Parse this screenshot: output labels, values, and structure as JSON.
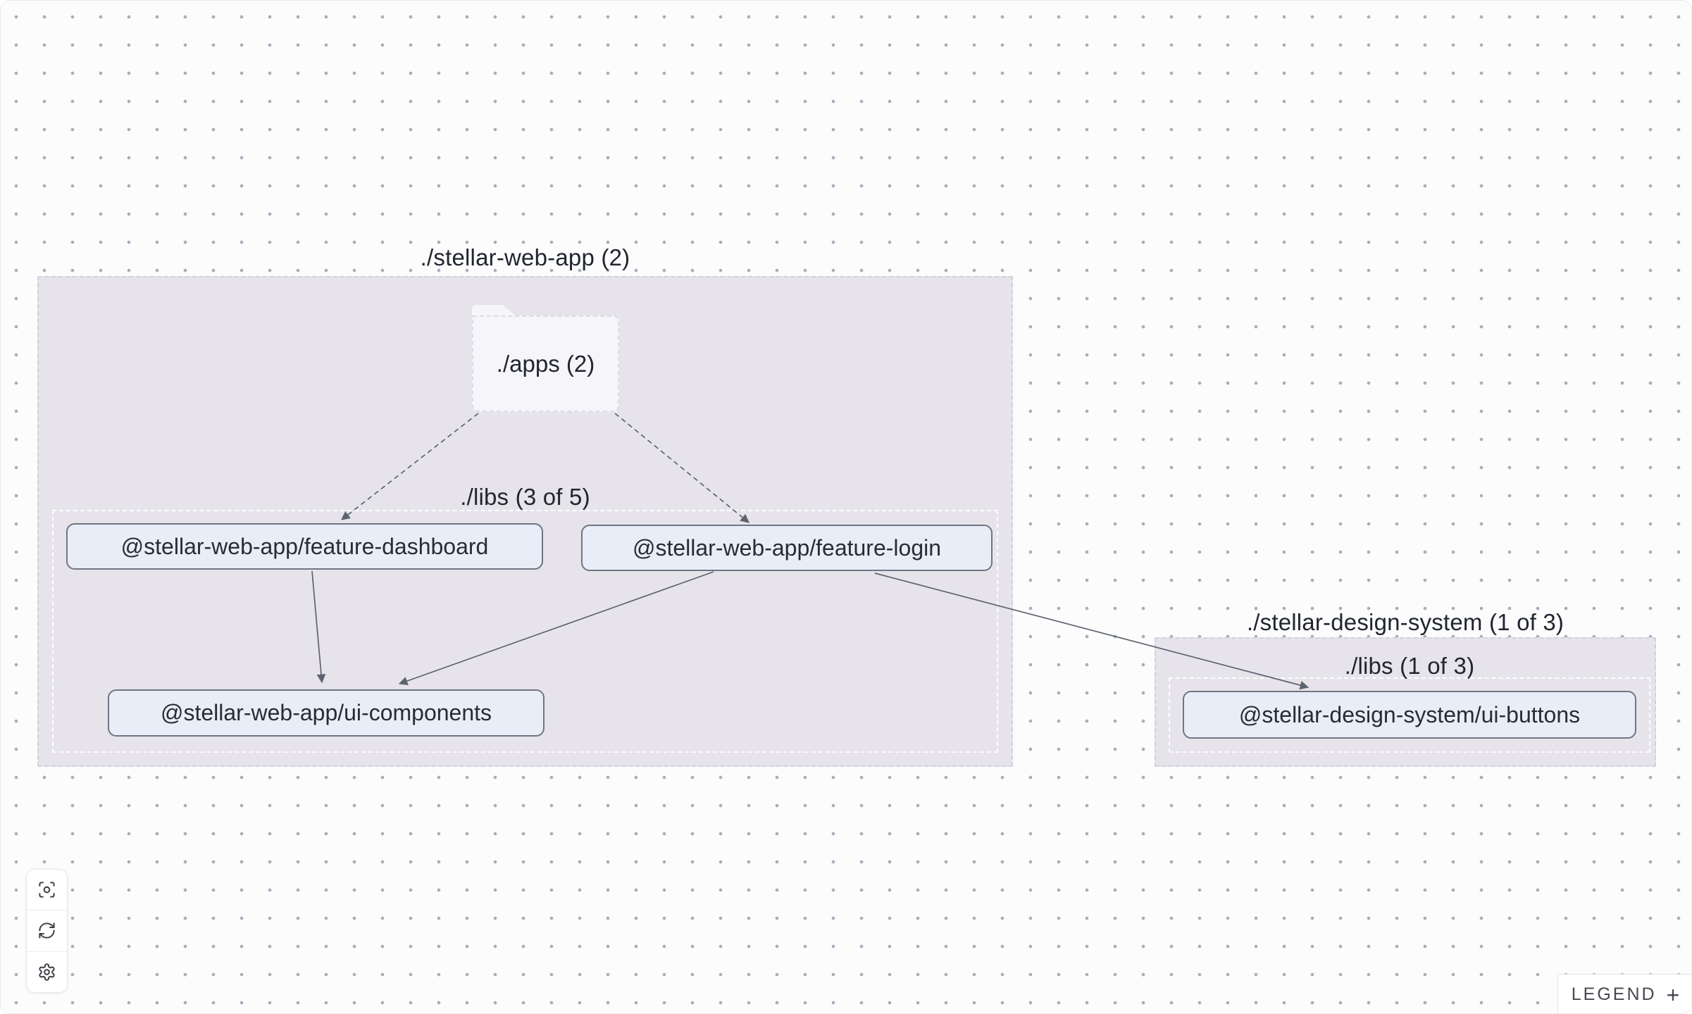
{
  "canvas": {
    "background_color": "#fcfcfd",
    "dot_grid_color": "#a6adbc"
  },
  "graph": {
    "containers": {
      "stellar_web_app": {
        "label": "./stellar-web-app (2)"
      },
      "apps_folder": {
        "label": "./apps (2)"
      },
      "libs_web_app": {
        "label": "./libs (3 of 5)"
      },
      "stellar_design_system": {
        "label": "./stellar-design-system (1 of 3)"
      },
      "libs_design_system": {
        "label": "./libs (1 of 3)"
      }
    },
    "nodes": {
      "feature_dashboard": {
        "label": "@stellar-web-app/feature-dashboard"
      },
      "feature_login": {
        "label": "@stellar-web-app/feature-login"
      },
      "ui_components": {
        "label": "@stellar-web-app/ui-components"
      },
      "ui_buttons": {
        "label": "@stellar-design-system/ui-buttons"
      }
    },
    "edges": [
      {
        "from": "./apps",
        "to": "@stellar-web-app/feature-dashboard",
        "style": "dashed"
      },
      {
        "from": "./apps",
        "to": "@stellar-web-app/feature-login",
        "style": "dashed"
      },
      {
        "from": "@stellar-web-app/feature-dashboard",
        "to": "@stellar-web-app/ui-components",
        "style": "solid"
      },
      {
        "from": "@stellar-web-app/feature-login",
        "to": "@stellar-web-app/ui-components",
        "style": "solid"
      },
      {
        "from": "@stellar-web-app/feature-login",
        "to": "@stellar-design-system/ui-buttons",
        "style": "solid"
      }
    ]
  },
  "toolbar": {
    "buttons": [
      {
        "icon": "focus-icon"
      },
      {
        "icon": "refresh-icon"
      },
      {
        "icon": "settings-icon"
      }
    ]
  },
  "legend": {
    "label": "LEGEND",
    "toggle": "+"
  },
  "colors": {
    "container_fill": "#e6e4ea",
    "node_fill": "#e9edf7",
    "node_border": "#6e7582",
    "edge": "#5d6470",
    "folder_fill": "#f6f5f9"
  }
}
